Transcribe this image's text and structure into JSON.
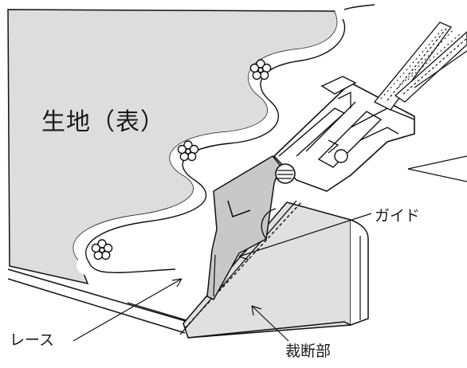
{
  "labels": {
    "fabric": "生地（表）",
    "guide": "ガイド",
    "lace": "レース",
    "cut_section": "裁断部"
  }
}
